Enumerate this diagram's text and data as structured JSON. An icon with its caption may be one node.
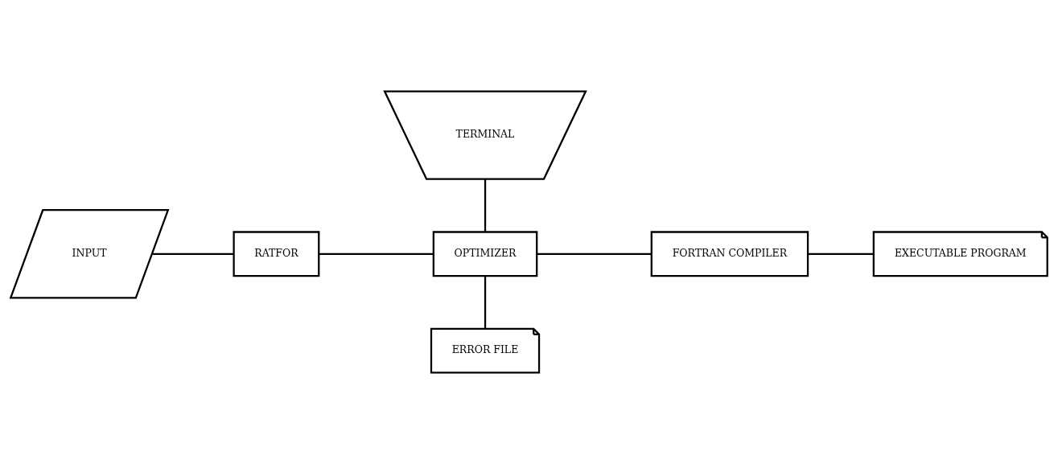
{
  "diagram": {
    "nodes": [
      {
        "text": [
          "TERMINAL"
        ]
      },
      {
        "text": [
          "INPUT"
        ]
      },
      {
        "text": [
          "RATFOR"
        ]
      },
      {
        "text": [
          "OPTIMIZER"
        ]
      },
      {
        "text": [
          "FORTRAN COMPILER"
        ]
      },
      {
        "text": [
          "EXECUTABLE PROGRAM"
        ]
      },
      {
        "text": [
          "ERROR FILE"
        ]
      }
    ],
    "edges": [
      {
        "from": 1,
        "to": 2,
        "arrow": "none"
      },
      {
        "from": 2,
        "to": 3,
        "arrow": "none"
      },
      {
        "from": 0,
        "to": 3,
        "arrow": "none"
      },
      {
        "from": 3,
        "to": 4,
        "arrow": "none"
      },
      {
        "from": 4,
        "to": 5,
        "arrow": "none"
      },
      {
        "from": 3,
        "to": 6,
        "arrow": "none"
      }
    ]
  }
}
